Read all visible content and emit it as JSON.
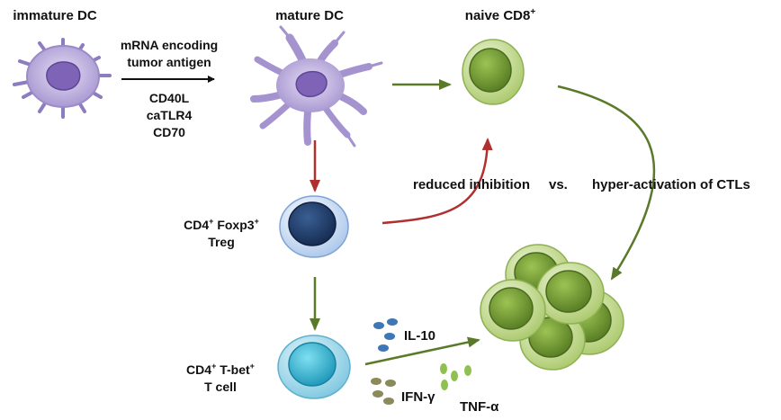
{
  "labels": {
    "immature_dc": "immature DC",
    "mature_dc": "mature DC",
    "naive_cd8": "naive CD8",
    "naive_cd8_sup": "+",
    "mrna_line1": "mRNA encoding",
    "mrna_line2": "tumor antigen",
    "cd40l": "CD40L",
    "catlr4": "caTLR4",
    "cd70": "CD70",
    "reduced_inhibition": "reduced inhibition",
    "vs": "vs.",
    "hyper_activation": "hyper-activation of CTLs",
    "treg_cd4": "CD4",
    "treg_sup1": "+",
    "treg_foxp3": " Foxp3",
    "treg_sup2": "+",
    "treg_line2": "Treg",
    "tcell_cd4": "CD4",
    "tcell_sup1": "+",
    "tcell_tbet": " T-bet",
    "tcell_sup2": "+",
    "tcell_line2": "T cell",
    "il10": "IL-10",
    "ifng": "IFN-γ",
    "tnfa": "TNF-α"
  },
  "colors": {
    "dc": "#b7a9d8",
    "dc_nucleus": "#8a6fc0",
    "green_arrow": "#5a7a2a",
    "red_arrow": "#b03030",
    "black_arrow": "#111111",
    "treg_nucleus": "#1e3a66",
    "tcell_nucleus": "#2aa9c7",
    "ctl_outer": "#b8d67a",
    "ctl_nucleus": "#6e9a2e",
    "il10_dots": "#3f76b5",
    "ifng_dots": "#8a8a5a",
    "tnfa_dots": "#8fc152"
  }
}
